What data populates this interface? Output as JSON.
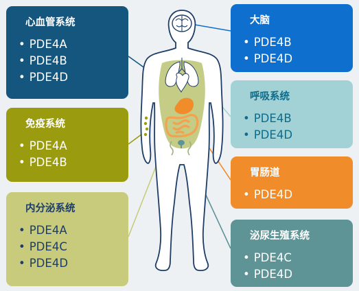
{
  "systems": {
    "cardiovascular": {
      "title": "心血管系统",
      "items": [
        "PDE4A",
        "PDE4B",
        "PDE4D"
      ],
      "bg": "#14567e",
      "fg": "#ffffff"
    },
    "immune": {
      "title": "免疫系统",
      "items": [
        "PDE4A",
        "PDE4B"
      ],
      "bg": "#9a9b0e",
      "fg": "#ffffff"
    },
    "endocrine": {
      "title": "内分泌系统",
      "items": [
        "PDE4A",
        "PDE4C",
        "PDE4D"
      ],
      "bg": "#c8cb7c",
      "fg": "#1c3d6e"
    },
    "brain": {
      "title": "大脑",
      "items": [
        "PDE4B",
        "PDE4D"
      ],
      "bg": "#0f6fcf",
      "fg": "#ffffff"
    },
    "respiratory": {
      "title": "呼吸系统",
      "items": [
        "PDE4B",
        "PDE4D"
      ],
      "bg": "#a2d2d6",
      "fg": "#0e6b8a"
    },
    "gastrointestinal": {
      "title": "胃肠道",
      "items": [
        "PDE4D"
      ],
      "bg": "#f08c2a",
      "fg": "#ffffff"
    },
    "urogenital": {
      "title": "泌尿生殖系统",
      "items": [
        "PDE4C",
        "PDE4D"
      ],
      "bg": "#5f9496",
      "fg": "#ffffff"
    }
  },
  "bullet": "•",
  "colors": {
    "body_fill": "#ffffff",
    "body_outline": "#1d3c66",
    "torso_highlight": "#c5cc86",
    "lung": "#ffffff",
    "heart": "#ffffff",
    "stomach": "#f08c2a",
    "intestine": "#f3a24f",
    "brain": "#ffffff"
  }
}
